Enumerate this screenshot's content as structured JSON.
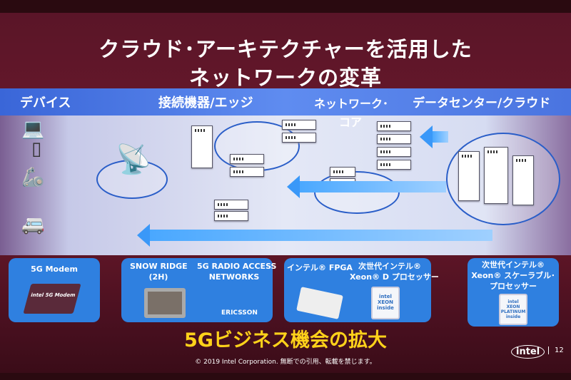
{
  "title": {
    "line1": "クラウド･アーキテクチャーを活用した",
    "line2": "ネットワークの変革"
  },
  "band": {
    "devices": "デバイス",
    "edge": "接続機器/エッジ",
    "core_line1": "ネットワーク･",
    "core_line2": "コア",
    "datacenter": "データセンター/クラウド"
  },
  "products": [
    {
      "label": "5G Modem",
      "chip_text": "intel 5G Modem"
    },
    {
      "label_line1": "SNOW RIDGE",
      "label_line2": "(2H)"
    },
    {
      "label_line1": "5G RADIO ACCESS",
      "label_line2": "NETWORKS",
      "logo": "ERICSSON"
    },
    {
      "label": "インテル® FPGA"
    },
    {
      "label_line1": "次世代インテル®",
      "label_line2": "Xeon® D プロセッサー",
      "chip_text": "intel XEON inside"
    },
    {
      "label_line1": "次世代インテル®",
      "label_line2": "Xeon® スケーラブル･",
      "label_line3": "プロセッサー",
      "chip_text": "intel XEON PLATINUM inside"
    }
  ],
  "headline": "5Gビジネス機会の拡大",
  "footer": {
    "copyright": "© 2019 Intel Corporation. 無断での引用、転載を禁じます。",
    "logo": "intel",
    "page": "12"
  },
  "colors": {
    "band": "#4a74e0",
    "box": "#2f80e0",
    "headline": "#ffd21a",
    "arrow": "#4aa8ff"
  }
}
